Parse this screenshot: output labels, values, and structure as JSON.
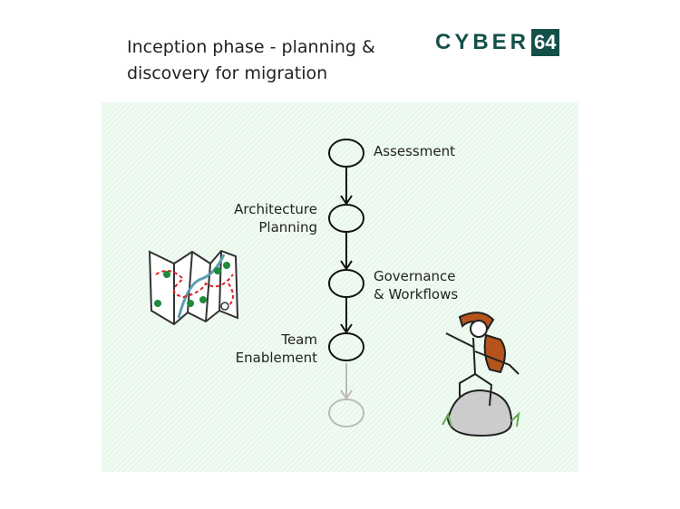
{
  "title_line1": "Inception phase - planning &",
  "title_line2": "discovery for migration",
  "logo": {
    "text": "CYBER",
    "badge": "64",
    "color": "#14504a"
  },
  "steps": [
    {
      "line1": "Assessment",
      "line2": ""
    },
    {
      "line1": "Architecture",
      "line2": "Planning"
    },
    {
      "line1": "Governance",
      "line2": "& Workflows"
    },
    {
      "line1": "Team",
      "line2": "Enablement"
    }
  ]
}
